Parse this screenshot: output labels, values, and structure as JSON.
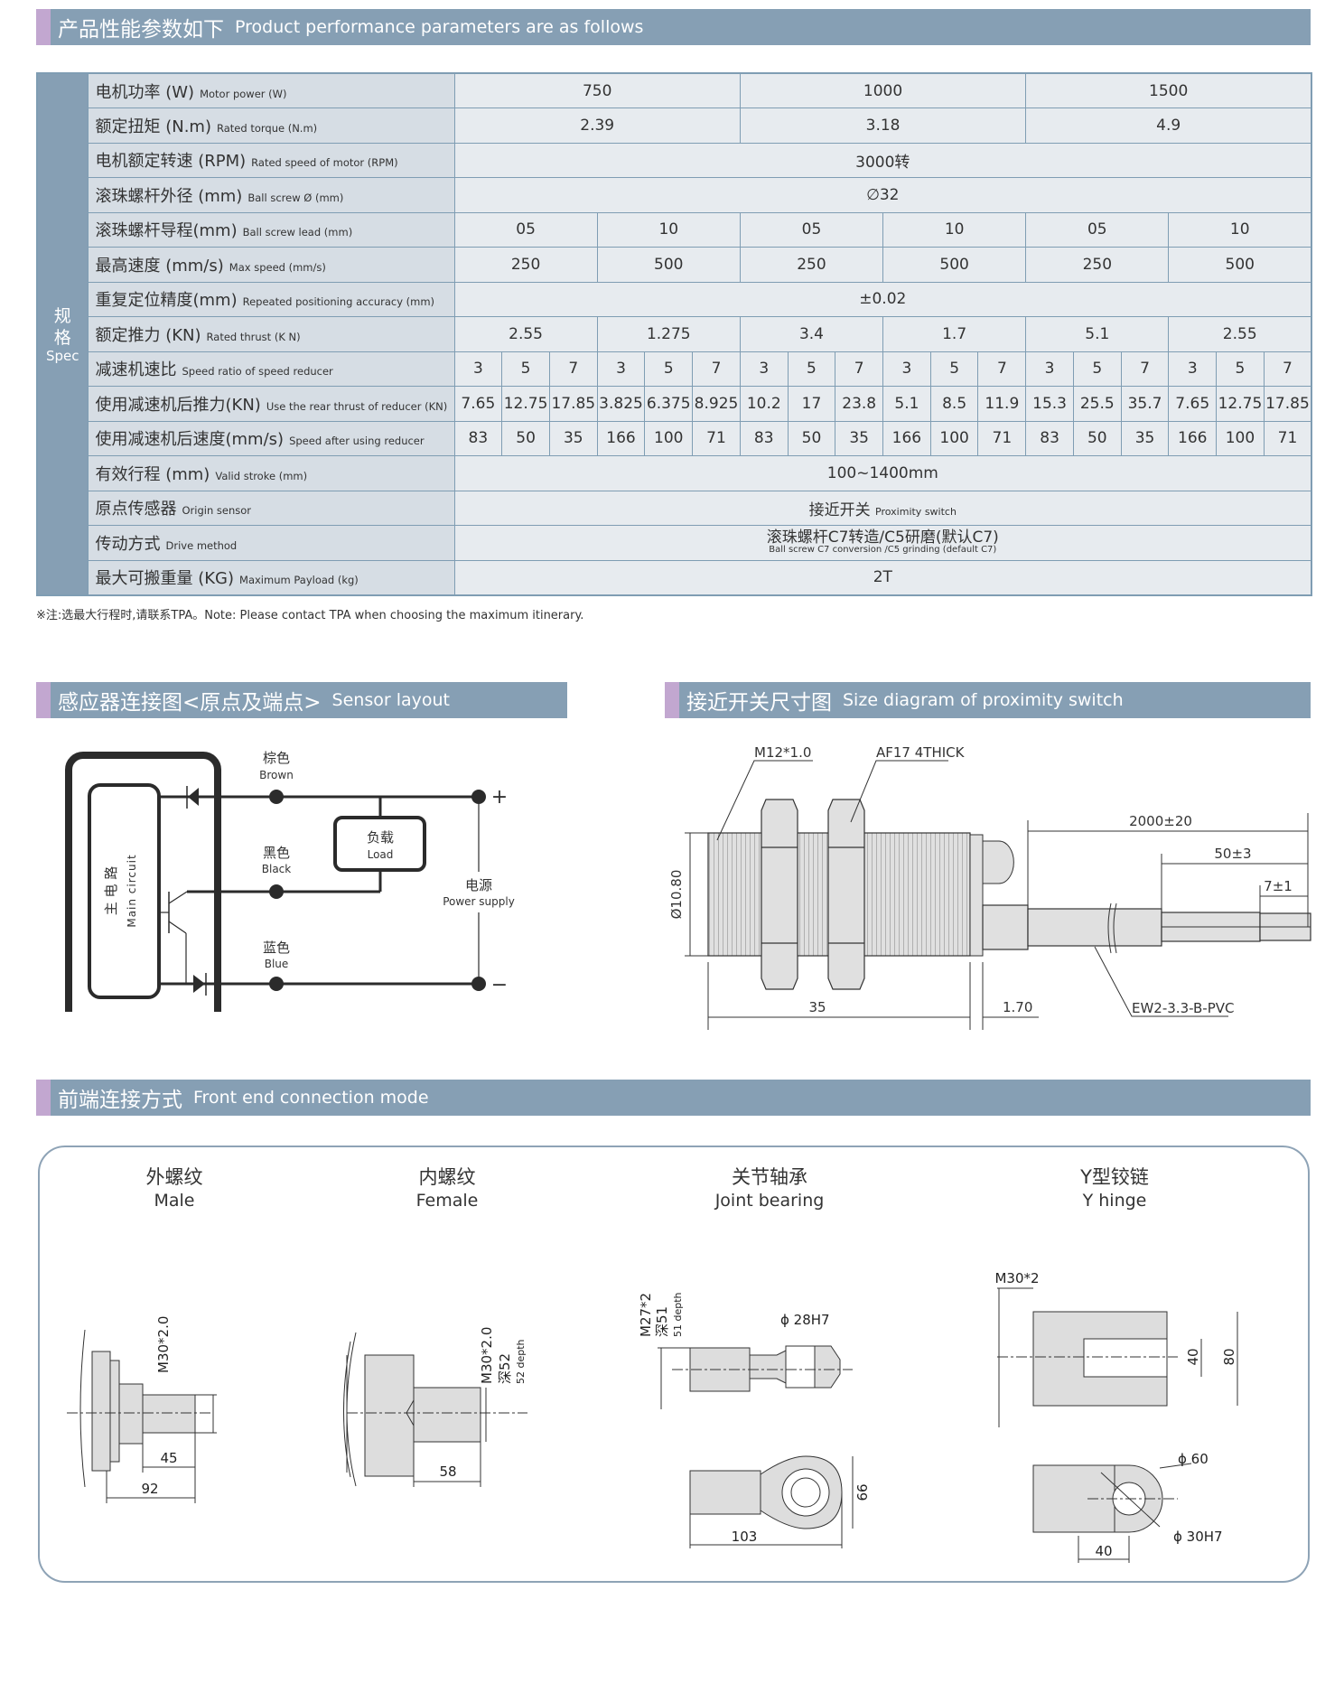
{
  "section1": {
    "title_cn": "产品性能参数如下",
    "title_en": "Product performance parameters are as follows"
  },
  "spec_table": {
    "side_label_cn": "规格",
    "side_label_en": "Spec",
    "rows": [
      {
        "cn": "电机功率 (W)",
        "en": "Motor power (W)",
        "cells": [
          {
            "v": "750",
            "span": 6
          },
          {
            "v": "1000",
            "span": 6
          },
          {
            "v": "1500",
            "span": 6
          }
        ]
      },
      {
        "cn": "额定扭矩 (N.m)",
        "en": "Rated torque (N.m)",
        "cells": [
          {
            "v": "2.39",
            "span": 6
          },
          {
            "v": "3.18",
            "span": 6
          },
          {
            "v": "4.9",
            "span": 6
          }
        ]
      },
      {
        "cn": "电机额定转速 (RPM)",
        "en": "Rated speed of motor (RPM)",
        "cells": [
          {
            "v": "3000转",
            "span": 18
          }
        ]
      },
      {
        "cn": "滚珠螺杆外径 (mm)",
        "en": "Ball screw Ø (mm)",
        "cells": [
          {
            "v": "∅32",
            "span": 18
          }
        ]
      },
      {
        "cn": "滚珠螺杆导程(mm)",
        "en": "Ball screw lead (mm)",
        "cells": [
          {
            "v": "05",
            "span": 3
          },
          {
            "v": "10",
            "span": 3
          },
          {
            "v": "05",
            "span": 3
          },
          {
            "v": "10",
            "span": 3
          },
          {
            "v": "05",
            "span": 3
          },
          {
            "v": "10",
            "span": 3
          }
        ]
      },
      {
        "cn": "最高速度 (mm/s)",
        "en": "Max speed (mm/s)",
        "cells": [
          {
            "v": "250",
            "span": 3
          },
          {
            "v": "500",
            "span": 3
          },
          {
            "v": "250",
            "span": 3
          },
          {
            "v": "500",
            "span": 3
          },
          {
            "v": "250",
            "span": 3
          },
          {
            "v": "500",
            "span": 3
          }
        ]
      },
      {
        "cn": "重复定位精度(mm)",
        "en": "Repeated positioning accuracy (mm)",
        "cells": [
          {
            "v": "±0.02",
            "span": 18
          }
        ]
      },
      {
        "cn": "额定推力 (KN)",
        "en": "Rated thrust (K N)",
        "cells": [
          {
            "v": "2.55",
            "span": 3
          },
          {
            "v": "1.275",
            "span": 3
          },
          {
            "v": "3.4",
            "span": 3
          },
          {
            "v": "1.7",
            "span": 3
          },
          {
            "v": "5.1",
            "span": 3
          },
          {
            "v": "2.55",
            "span": 3
          }
        ]
      },
      {
        "cn": "减速机速比",
        "en": "Speed ratio of speed reducer",
        "cells": [
          {
            "v": "3",
            "span": 1
          },
          {
            "v": "5",
            "span": 1
          },
          {
            "v": "7",
            "span": 1
          },
          {
            "v": "3",
            "span": 1
          },
          {
            "v": "5",
            "span": 1
          },
          {
            "v": "7",
            "span": 1
          },
          {
            "v": "3",
            "span": 1
          },
          {
            "v": "5",
            "span": 1
          },
          {
            "v": "7",
            "span": 1
          },
          {
            "v": "3",
            "span": 1
          },
          {
            "v": "5",
            "span": 1
          },
          {
            "v": "7",
            "span": 1
          },
          {
            "v": "3",
            "span": 1
          },
          {
            "v": "5",
            "span": 1
          },
          {
            "v": "7",
            "span": 1
          },
          {
            "v": "3",
            "span": 1
          },
          {
            "v": "5",
            "span": 1
          },
          {
            "v": "7",
            "span": 1
          }
        ]
      },
      {
        "cn": "使用减速机后推力(KN)",
        "en": "Use the rear thrust of reducer (KN)",
        "cells": [
          {
            "v": "7.65",
            "span": 1
          },
          {
            "v": "12.75",
            "span": 1
          },
          {
            "v": "17.85",
            "span": 1
          },
          {
            "v": "3.825",
            "span": 1
          },
          {
            "v": "6.375",
            "span": 1
          },
          {
            "v": "8.925",
            "span": 1
          },
          {
            "v": "10.2",
            "span": 1
          },
          {
            "v": "17",
            "span": 1
          },
          {
            "v": "23.8",
            "span": 1
          },
          {
            "v": "5.1",
            "span": 1
          },
          {
            "v": "8.5",
            "span": 1
          },
          {
            "v": "11.9",
            "span": 1
          },
          {
            "v": "15.3",
            "span": 1
          },
          {
            "v": "25.5",
            "span": 1
          },
          {
            "v": "35.7",
            "span": 1
          },
          {
            "v": "7.65",
            "span": 1
          },
          {
            "v": "12.75",
            "span": 1
          },
          {
            "v": "17.85",
            "span": 1
          }
        ]
      },
      {
        "cn": "使用减速机后速度(mm/s)",
        "en": "Speed after using reducer",
        "cells": [
          {
            "v": "83",
            "span": 1
          },
          {
            "v": "50",
            "span": 1
          },
          {
            "v": "35",
            "span": 1
          },
          {
            "v": "166",
            "span": 1
          },
          {
            "v": "100",
            "span": 1
          },
          {
            "v": "71",
            "span": 1
          },
          {
            "v": "83",
            "span": 1
          },
          {
            "v": "50",
            "span": 1
          },
          {
            "v": "35",
            "span": 1
          },
          {
            "v": "166",
            "span": 1
          },
          {
            "v": "100",
            "span": 1
          },
          {
            "v": "71",
            "span": 1
          },
          {
            "v": "83",
            "span": 1
          },
          {
            "v": "50",
            "span": 1
          },
          {
            "v": "35",
            "span": 1
          },
          {
            "v": "166",
            "span": 1
          },
          {
            "v": "100",
            "span": 1
          },
          {
            "v": "71",
            "span": 1
          }
        ]
      },
      {
        "cn": "有效行程 (mm)",
        "en": "Valid stroke (mm)",
        "cells": [
          {
            "v": "100~1400mm",
            "span": 18
          }
        ]
      },
      {
        "cn": "原点传感器",
        "en": "Origin sensor",
        "cells": [
          {
            "v": "接近开关",
            "sub": "Proximity switch",
            "inline": true,
            "span": 18
          }
        ]
      },
      {
        "cn": "传动方式",
        "en": "Drive method",
        "cells": [
          {
            "v": "滚珠螺杆C7转造/C5研磨(默认C7)",
            "sub": "Ball screw C7 conversion /C5 grinding (default C7)",
            "span": 18
          }
        ]
      },
      {
        "cn": "最大可搬重量 (KG)",
        "en": "Maximum  Payload (kg)",
        "cells": [
          {
            "v": "2T",
            "span": 18
          }
        ]
      }
    ]
  },
  "note": "※注:选最大行程时,请联系TPA。Note: Please contact TPA when choosing the maximum itinerary.",
  "section2": {
    "title_cn": "感应器连接图<原点及端点>",
    "title_en": "Sensor layout"
  },
  "sensor": {
    "main_cn": "主 电 路",
    "main_en": "Main circuit",
    "brown_cn": "棕色",
    "brown_en": "Brown",
    "black_cn": "黑色",
    "black_en": "Black",
    "blue_cn": "蓝色",
    "blue_en": "Blue",
    "load_cn": "负载",
    "load_en": "Load",
    "power_cn": "电源",
    "power_en": "Power supply",
    "plus": "+",
    "minus": "−"
  },
  "section3": {
    "title_cn": "接近开关尺寸图",
    "title_en": "Size diagram of proximity switch"
  },
  "prox": {
    "thread": "M12*1.0",
    "nut": "AF17  4THICK",
    "dia": "Ø10.80",
    "len": "35",
    "gap": "1.70",
    "cable": "2000±20",
    "strip": "50±3",
    "tip": "7±1",
    "cable_type": "EW2-3.3-B-PVC"
  },
  "section4": {
    "title_cn": "前端连接方式",
    "title_en": "Front end connection mode"
  },
  "front": {
    "male": {
      "cn": "外螺纹",
      "en": "Male",
      "thread": "M30*2.0",
      "d1": "45",
      "d2": "92"
    },
    "female": {
      "cn": "内螺纹",
      "en": "Female",
      "thread": "M30*2.0",
      "depth_cn": "深52",
      "depth_en": "52 depth",
      "d1": "58"
    },
    "joint": {
      "cn": "关节轴承",
      "en": "Joint bearing",
      "thread": "M27*2",
      "depth_cn": "深51",
      "depth_en": "51 depth",
      "bore": "ϕ 28H7",
      "h": "66",
      "len": "103"
    },
    "yhinge": {
      "cn": "Y型铰链",
      "en": "Y hinge",
      "thread": "M30*2",
      "w1": "40",
      "w2": "80",
      "outer": "ϕ 60",
      "bore": "ϕ 30H7",
      "d": "40"
    }
  }
}
